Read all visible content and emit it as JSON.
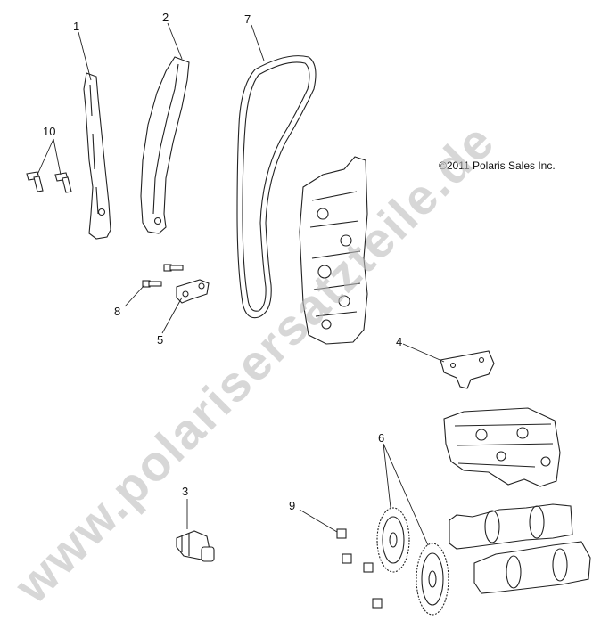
{
  "diagram": {
    "copyright": "©2011 Polaris Sales Inc.",
    "watermark": "www.polarisersatzteile.de",
    "labels": [
      "1",
      "2",
      "7",
      "10",
      "8",
      "5",
      "4",
      "3",
      "6",
      "9"
    ]
  }
}
